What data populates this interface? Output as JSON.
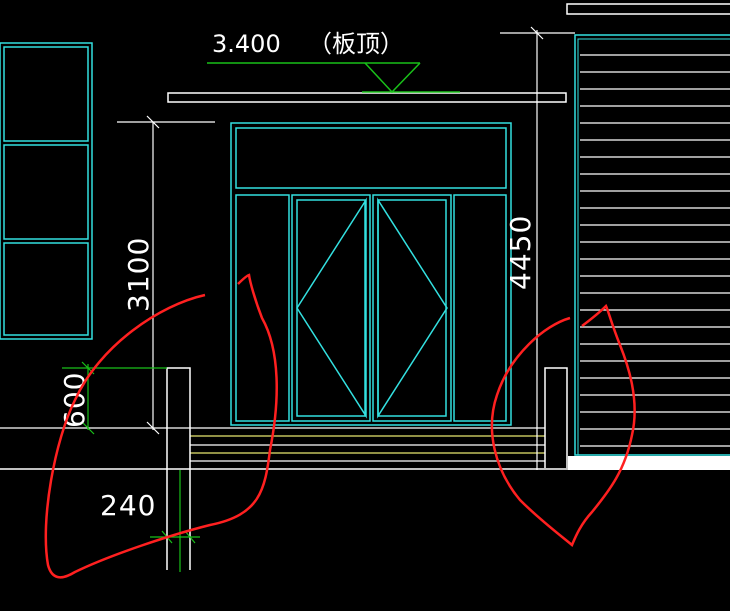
{
  "drawing": {
    "level_mark": {
      "value": "3.400",
      "note": "（板顶）"
    },
    "dimensions": {
      "door_height": "3100",
      "total_height": "4450",
      "pillar_height": "600",
      "pillar_width": "240"
    },
    "colors": {
      "background": "#000000",
      "cyan": "#33e0e0",
      "white": "#ffffff",
      "green": "#19c019",
      "yellow": "#e8e870",
      "markup_red": "#ff2020"
    }
  }
}
